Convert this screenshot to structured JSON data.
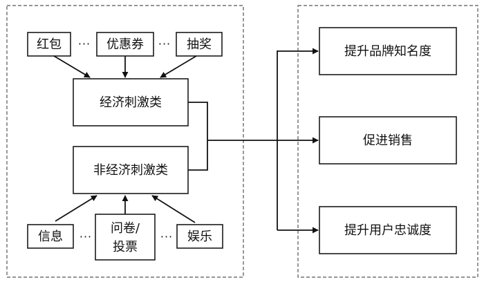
{
  "incentives": {
    "economic_examples": [
      "红包",
      "优惠券",
      "抽奖"
    ],
    "economic_category": "经济刺激类",
    "non_economic_category": "非经济刺激类",
    "non_economic_examples": [
      "信息",
      "问卷/",
      "投票",
      "娱乐"
    ]
  },
  "ellipsis": "···",
  "outcomes": [
    "提升品牌知名度",
    "促进销售",
    "提升用户忠诚度"
  ],
  "colors": {
    "stroke": "#111111",
    "dashed_border": "#555555",
    "background": "#ffffff"
  }
}
